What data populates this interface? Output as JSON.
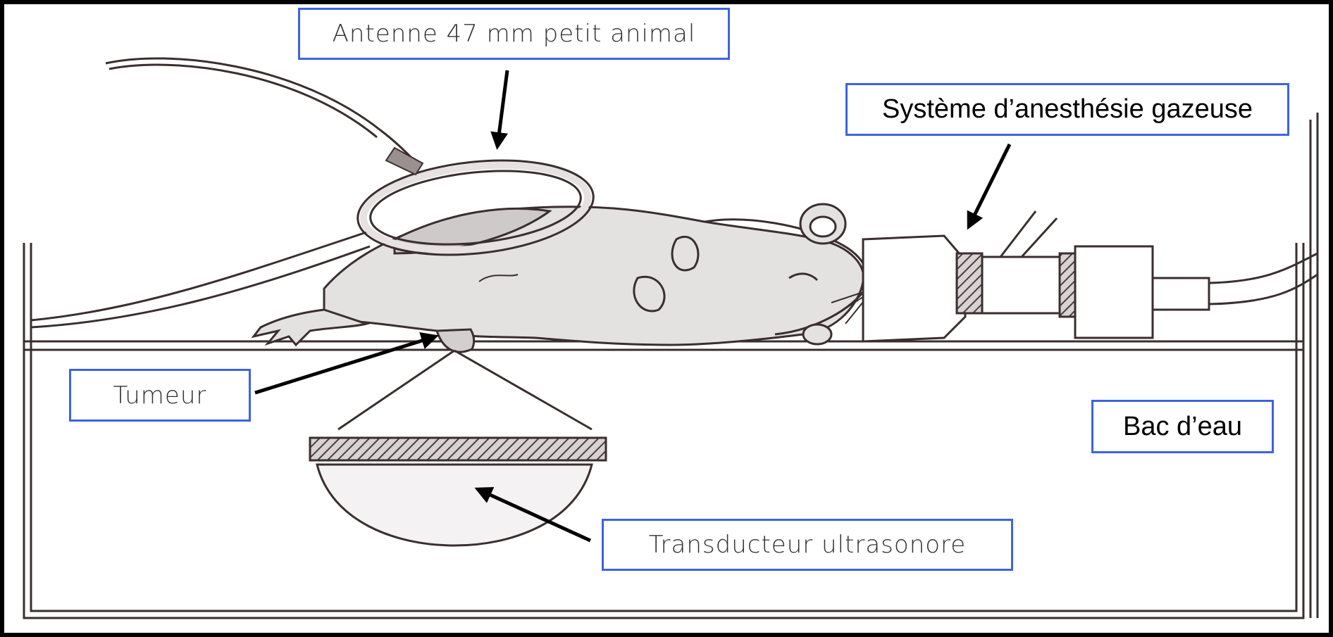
{
  "diagram": {
    "labels": {
      "antenna": "Antenne 47 mm petit animal",
      "anesthesia": "Système d’anesthésie gazeuse",
      "tumor": "Tumeur",
      "water_tank": "Bac d’eau",
      "transducer": "Transducteur ultrasonore"
    },
    "colors": {
      "label_border": "#3d63e0",
      "stroke": "#3a2e2e",
      "frame": "#000000"
    }
  }
}
